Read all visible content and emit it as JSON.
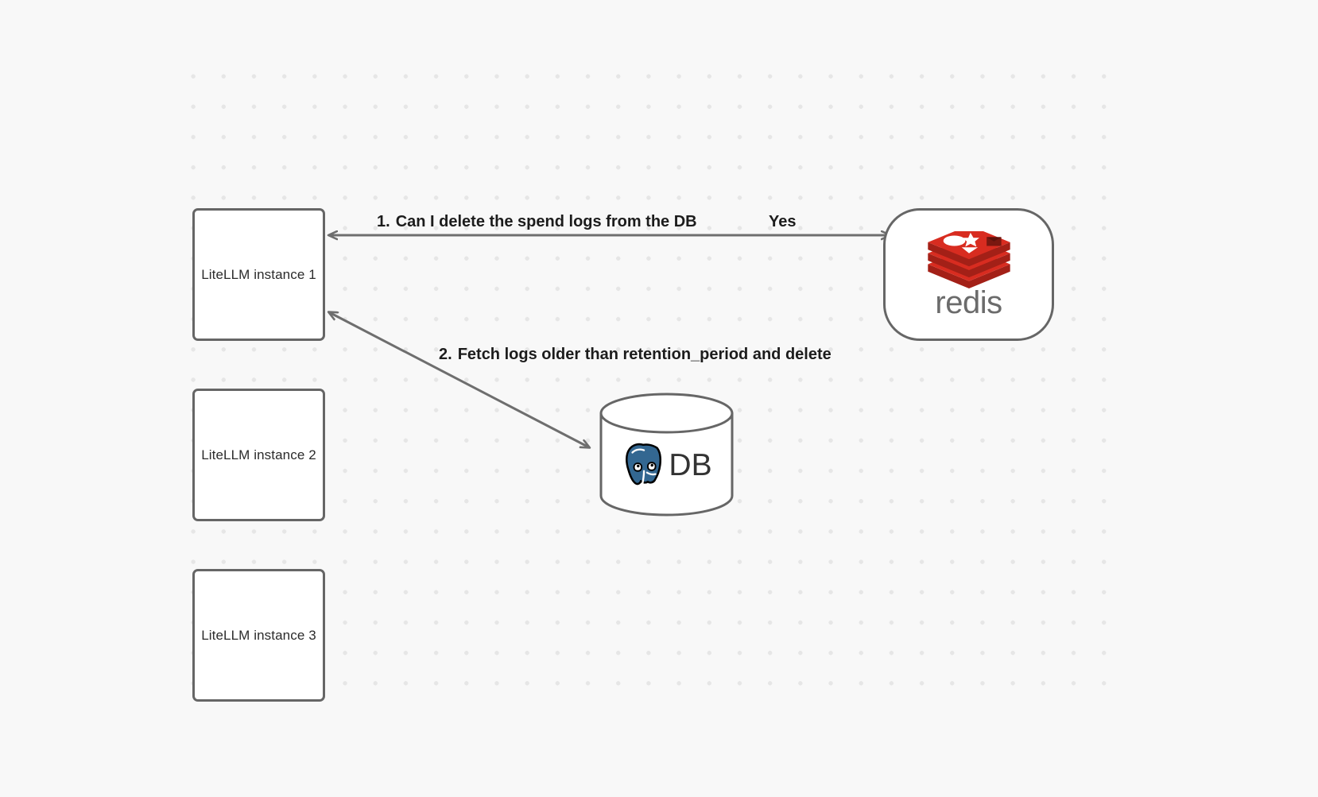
{
  "diagram": {
    "type": "flow-diagram",
    "background_color": "#f8f8f8",
    "grid": "dotted",
    "edge_color": "#6e6e6e",
    "node_border_color": "#666666",
    "node_fill_color": "#ffffff",
    "nodes": [
      {
        "id": "litellm-1",
        "label": "LiteLLM instance 1",
        "shape": "rounded-rect"
      },
      {
        "id": "litellm-2",
        "label": "LiteLLM instance 2",
        "shape": "rounded-rect"
      },
      {
        "id": "litellm-3",
        "label": "LiteLLM instance 3",
        "shape": "rounded-rect"
      },
      {
        "id": "redis",
        "label": "redis",
        "shape": "stadium",
        "logo": "redis-logo",
        "brand_color": "#d82c20"
      },
      {
        "id": "db",
        "label": "DB",
        "shape": "cylinder",
        "logo": "postgresql-elephant-icon",
        "brand_color": "#336791"
      }
    ],
    "edges": [
      {
        "id": "edge-1",
        "from": "litellm-1",
        "to": "redis",
        "step": "1.",
        "label": "Can I delete the spend logs from the DB",
        "reply": "Yes",
        "arrowheads": "both"
      },
      {
        "id": "edge-2",
        "from": "litellm-1",
        "to": "db",
        "step": "2.",
        "label": "Fetch logs older than retention_period and delete",
        "arrowheads": "both"
      }
    ]
  },
  "nodes": {
    "litellm1": {
      "label": "LiteLLM instance 1"
    },
    "litellm2": {
      "label": "LiteLLM instance 2"
    },
    "litellm3": {
      "label": "LiteLLM instance 3"
    },
    "redis": {
      "label": "redis"
    },
    "db": {
      "label": "DB"
    }
  },
  "labels": {
    "edge1_num": "1.",
    "edge1_text": "Can I delete the spend logs from the DB",
    "edge1_reply": "Yes",
    "edge2_num": "2.",
    "edge2_text": "Fetch logs older than retention_period and delete"
  }
}
